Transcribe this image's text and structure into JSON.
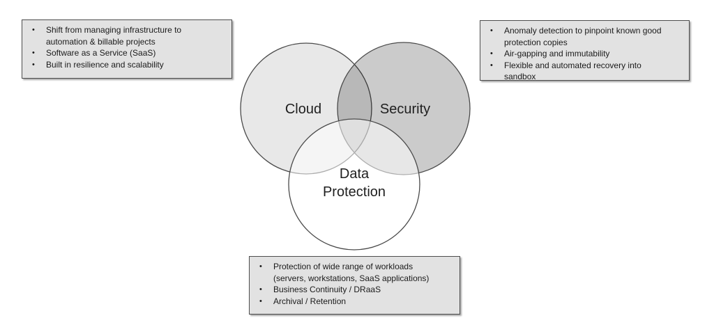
{
  "diagram": {
    "type": "venn",
    "circles": [
      {
        "id": "cloud",
        "label": "Cloud",
        "fill": "rgba(0,0,0,0.09)"
      },
      {
        "id": "security",
        "label": "Security",
        "fill": "rgba(0,0,0,0.205)"
      },
      {
        "id": "data-protection",
        "label": "Data Protection",
        "fill": "rgba(255,255,255,0.55)"
      }
    ],
    "stroke_color": "#4a4a4a"
  },
  "callouts": {
    "cloud": {
      "items": [
        "Shift from managing infrastructure to\nautomation & billable projects",
        "Software as a Service (SaaS)",
        "Built in resilience and scalability"
      ]
    },
    "security": {
      "items": [
        "Anomaly detection to pinpoint known good\nprotection copies",
        "Air-gapping and immutability",
        "Flexible and automated recovery into\nsandbox"
      ]
    },
    "data_protection": {
      "items": [
        "Protection of wide range of workloads\n(servers, workstations, SaaS applications)",
        "Business Continuity / DRaaS",
        "Archival / Retention"
      ]
    }
  },
  "bullet_glyph": "•",
  "colors": {
    "background": "#ffffff",
    "callout_fill": "#e2e2e2",
    "callout_border": "#4d4d4d",
    "text": "#1a1a1a"
  }
}
